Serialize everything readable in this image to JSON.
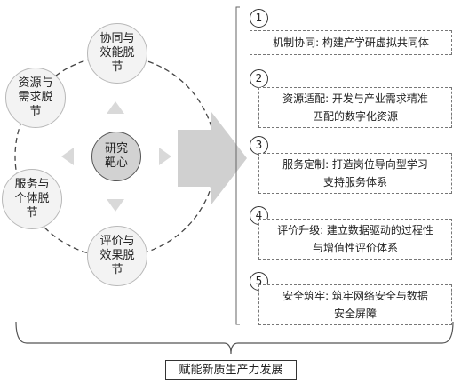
{
  "center": {
    "label": "研究\n靶心"
  },
  "ring_nodes": [
    {
      "label": "协同与\n效能脱\n节"
    },
    {
      "label": "资源与\n需求脱\n节"
    },
    {
      "label": "服务与\n个体脱\n节"
    },
    {
      "label": "评价与\n效果脱\n节"
    }
  ],
  "items": [
    {
      "number": "1",
      "text": "机制协同: 构建产学研虚拟共同体"
    },
    {
      "number": "2",
      "text": "资源适配: 开发与产业需求精准\n匹配的数字化资源"
    },
    {
      "number": "3",
      "text": "服务定制: 打造岗位导向型学习\n支持服务体系"
    },
    {
      "number": "4",
      "text": "评价升级: 建立数据驱动的过程性\n与增值性评价体系"
    },
    {
      "number": "5",
      "text": "安全筑牢: 筑牢网络安全与数据\n安全屏障"
    }
  ],
  "footer": {
    "label": "赋能新质生产力发展"
  }
}
